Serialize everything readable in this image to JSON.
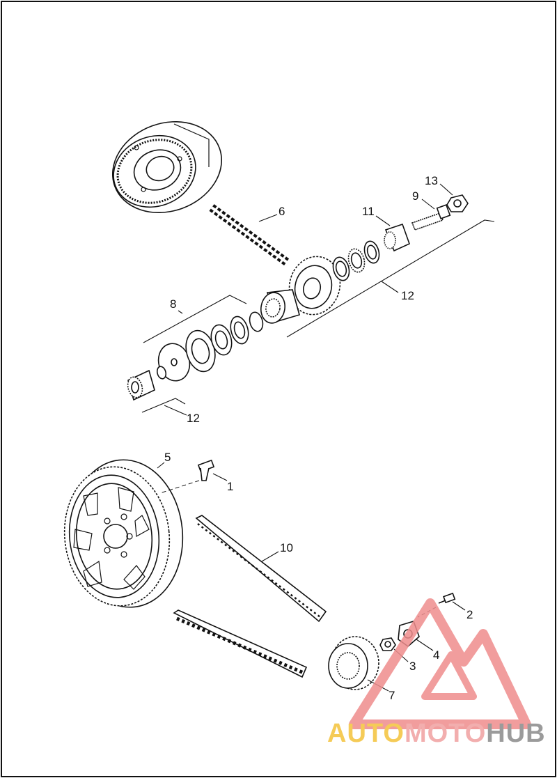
{
  "callouts": {
    "c1": "1",
    "c2": "2",
    "c3": "3",
    "c4": "4",
    "c5": "5",
    "c6": "6",
    "c7": "7",
    "c8": "8",
    "c9": "9",
    "c10": "10",
    "c11": "11",
    "c12a": "12",
    "c12b": "12",
    "c13": "13"
  },
  "watermark": {
    "auto": "AUTO",
    "moto": "MOTO",
    "hub": "HUB",
    "colors": {
      "auto": "#f4c23a",
      "moto": "#f0a0a0",
      "hub": "#8a8a8a",
      "triangle": "#ef8d8d"
    }
  }
}
